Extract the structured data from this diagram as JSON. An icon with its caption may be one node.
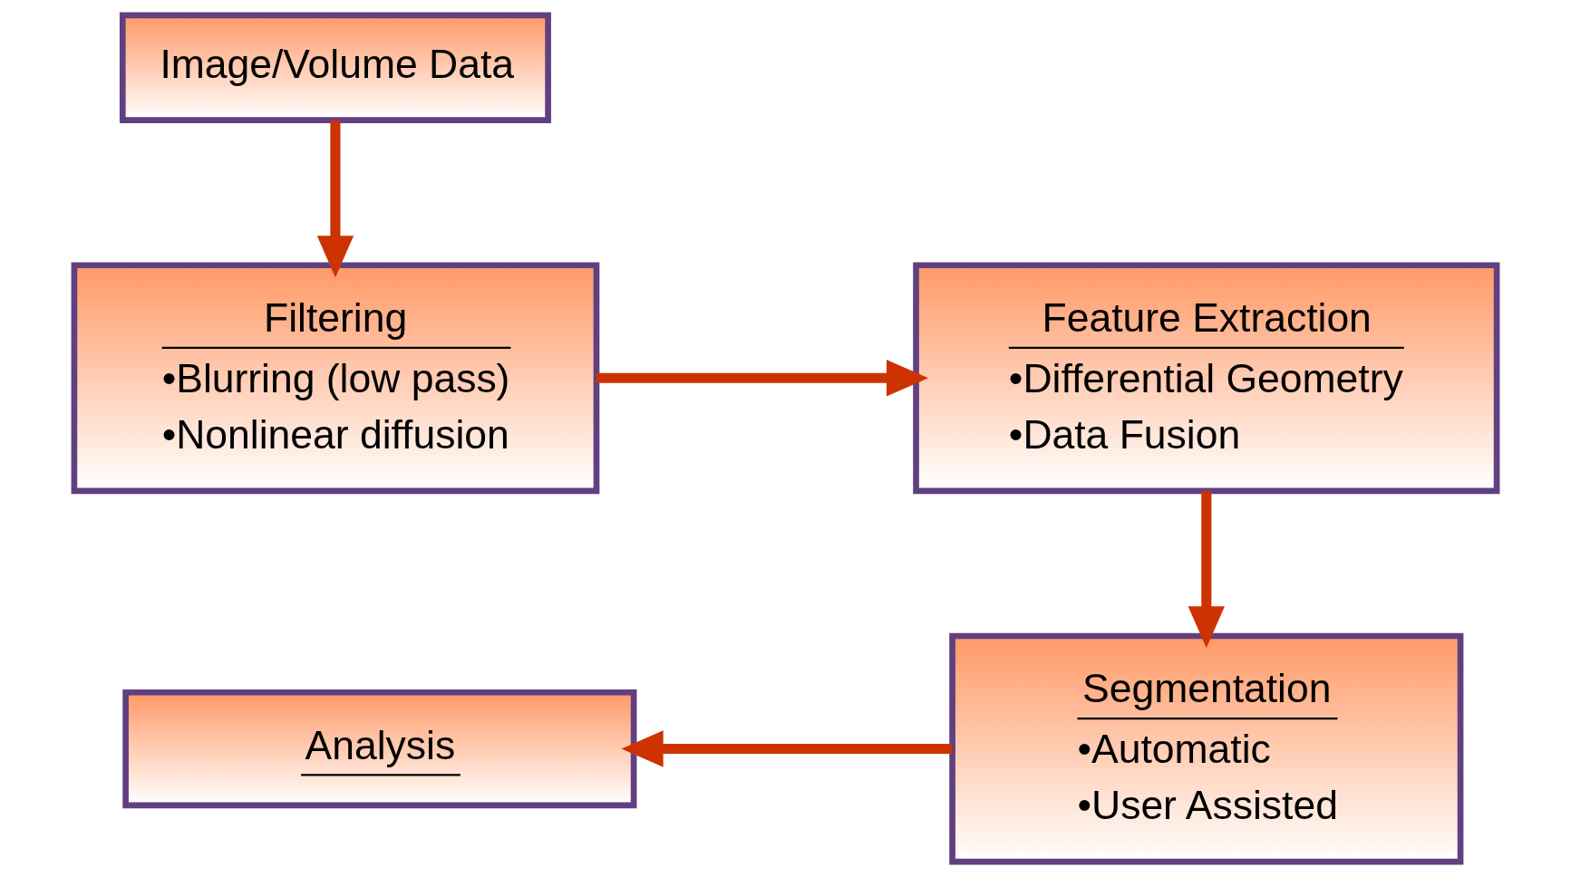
{
  "diagram": {
    "nodes": [
      {
        "text": [
          "Image/Volume Data"
        ]
      },
      {
        "text": [
          "Filtering",
          "•Blurring (low pass)",
          "•Nonlinear diffusion"
        ]
      },
      {
        "text": [
          "Feature Extraction",
          "•Differential Geometry",
          "•Data Fusion"
        ]
      },
      {
        "text": [
          "Segmentation",
          "•Automatic",
          "•User Assisted"
        ]
      },
      {
        "text": [
          "Analysis"
        ]
      }
    ],
    "edges": [
      {
        "from": 0,
        "to": 1,
        "arrow": "to"
      },
      {
        "from": 1,
        "to": 2,
        "arrow": "to"
      },
      {
        "from": 2,
        "to": 3,
        "arrow": "to"
      },
      {
        "from": 3,
        "to": 4,
        "arrow": "to"
      }
    ]
  }
}
